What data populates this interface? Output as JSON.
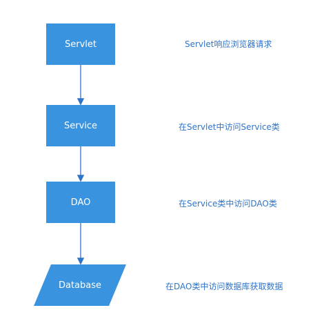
{
  "diagram": {
    "nodes": [
      {
        "id": "servlet",
        "label": "Servlet",
        "shape": "rectangle"
      },
      {
        "id": "service",
        "label": "Service",
        "shape": "rectangle"
      },
      {
        "id": "dao",
        "label": "DAO",
        "shape": "rectangle"
      },
      {
        "id": "database",
        "label": "Database",
        "shape": "parallelogram"
      }
    ],
    "edges": [
      {
        "from": "servlet",
        "to": "service"
      },
      {
        "from": "service",
        "to": "dao"
      },
      {
        "from": "dao",
        "to": "database"
      }
    ],
    "notes": [
      "Servlet响应浏览器请求",
      "在Servlet中访问Service类",
      "在Service类中访问DAO类",
      "在DAO类中访问数据库获取数据"
    ]
  },
  "colors": {
    "node_fill": "#3a93de",
    "node_text": "#ffffff",
    "note_text": "#2f74c9",
    "connector": "#2f74c9"
  }
}
